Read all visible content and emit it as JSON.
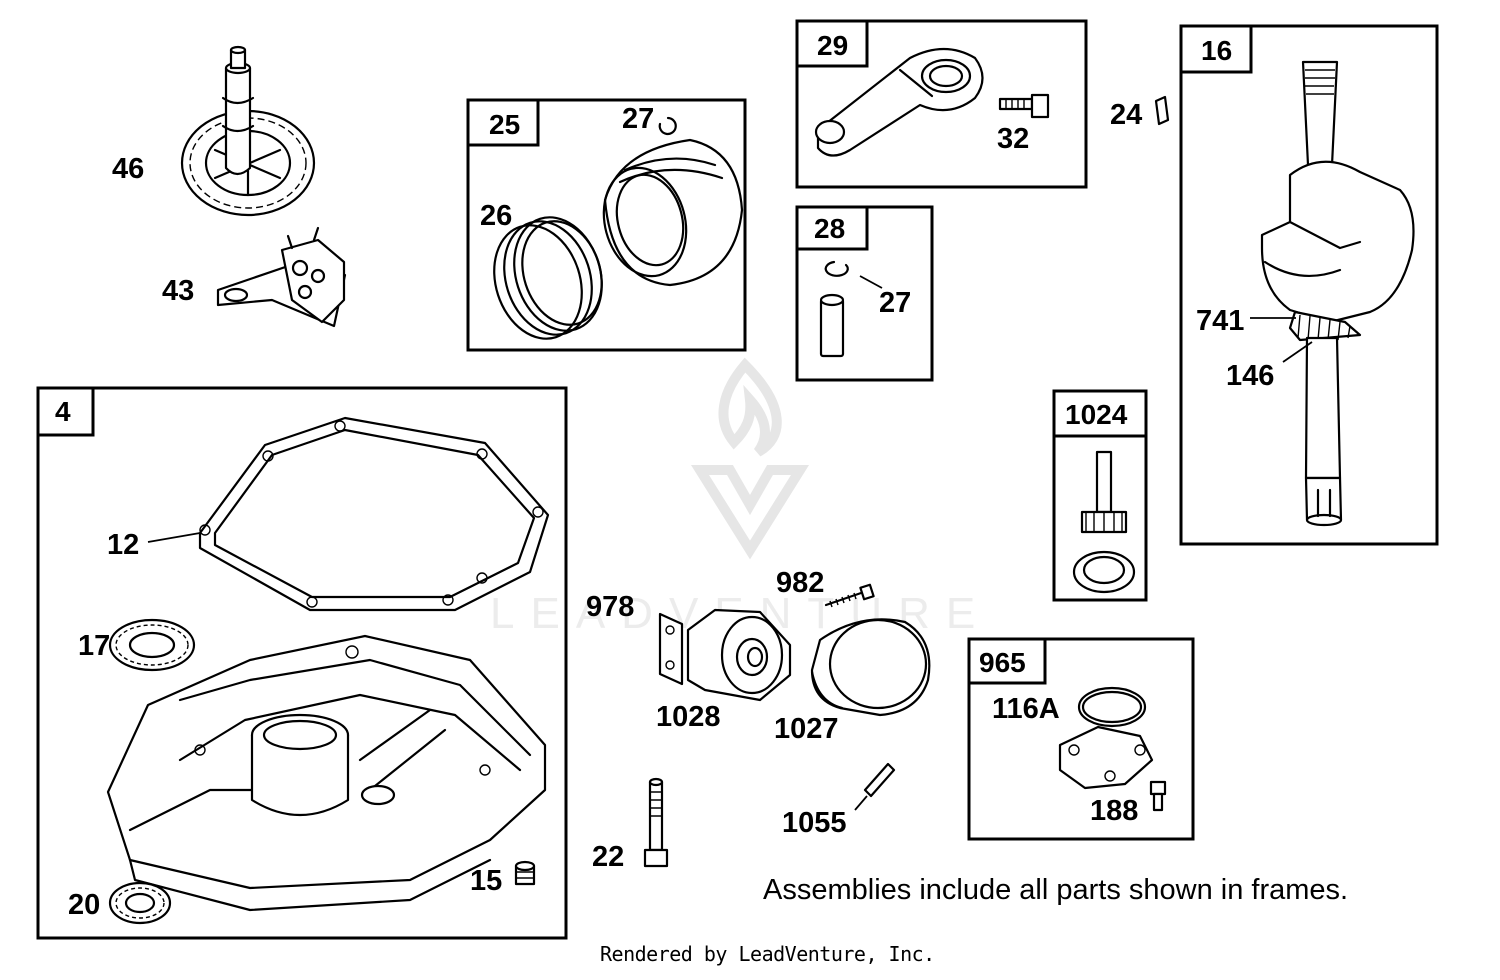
{
  "frames": {
    "f25": "25",
    "f29": "29",
    "f16": "16",
    "f28": "28",
    "f4": "4",
    "f1024": "1024",
    "f965": "965"
  },
  "labels": {
    "p46": "46",
    "p43": "43",
    "p27a": "27",
    "p26": "26",
    "p32": "32",
    "p27b": "27",
    "p24": "24",
    "p741": "741",
    "p146": "146",
    "p12": "12",
    "p17": "17",
    "p15": "15",
    "p20": "20",
    "p978": "978",
    "p982": "982",
    "p1028": "1028",
    "p1027": "1027",
    "p1055": "1055",
    "p22": "22",
    "p116a": "116A",
    "p188": "188"
  },
  "watermark": "LEADVENTURE",
  "note": "Assemblies include all parts shown in frames.",
  "credit": "Rendered by LeadVenture, Inc."
}
